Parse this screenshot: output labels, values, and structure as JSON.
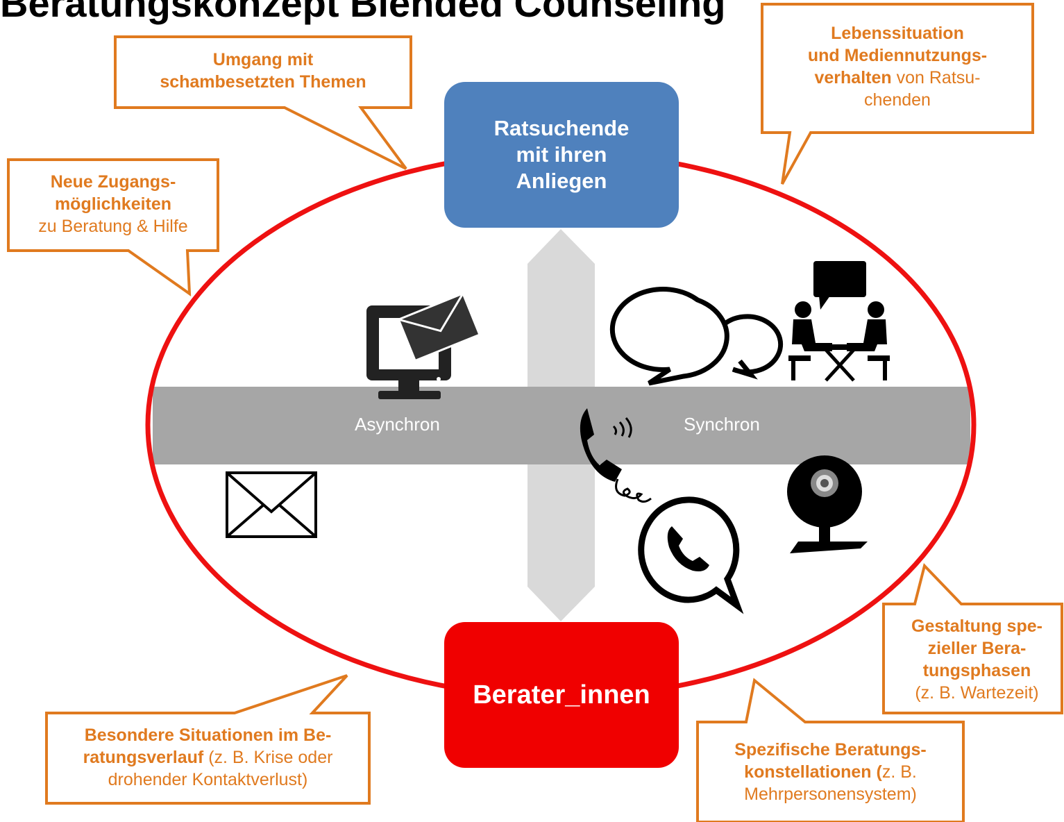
{
  "title": "Beratungskonzept Blended Counseling",
  "colors": {
    "accent_orange": "#e07a1f",
    "ellipse_red": "#ee1111",
    "client_blue": "#4f81bd",
    "counselor_red": "#f00000",
    "band_gray": "#a6a6a6",
    "arrow_gray": "#d9d9d9"
  },
  "center": {
    "client_box": {
      "line1": "Ratsuchende",
      "line2": "mit ihren",
      "line3": "Anliegen"
    },
    "counselor_box": {
      "label": "Berater_innen"
    },
    "band": {
      "left_label": "Asynchron",
      "right_label": "Synchron"
    }
  },
  "callouts": {
    "umgang": {
      "line1": "Umgang mit",
      "line2": "schambesetzten Themen"
    },
    "lebenssituation": {
      "line1": "Lebenssituation",
      "line2": "und Mediennutzungs-",
      "line3_bold": "verhalten",
      "line3_rest": " von Ratsu-",
      "line4": "chenden"
    },
    "neue_zugang": {
      "line1": "Neue Zugangs-",
      "line2": "möglichkeiten",
      "line3": "zu Beratung & Hilfe"
    },
    "gestaltung": {
      "line1": "Gestaltung spe-",
      "line2": "zieller Bera-",
      "line3": "tungsphasen",
      "line4": "(z. B. Wartezeit)"
    },
    "besondere": {
      "line1": "Besondere Situationen im Be-",
      "line2_bold": "ratungsverlauf",
      "line2_rest": " (z. B. Krise oder",
      "line3": "drohender Kontaktverlust)"
    },
    "spezifische": {
      "line1": "Spezifische Beratungs-",
      "line2_bold": "konstellationen (",
      "line2_rest": "z. B.",
      "line3": "Mehrpersonensystem)"
    }
  },
  "icons": [
    "computer-mail-icon",
    "chat-bubbles-icon",
    "face-to-face-meeting-icon",
    "telephone-icon",
    "envelope-icon",
    "whatsapp-icon",
    "webcam-icon"
  ]
}
